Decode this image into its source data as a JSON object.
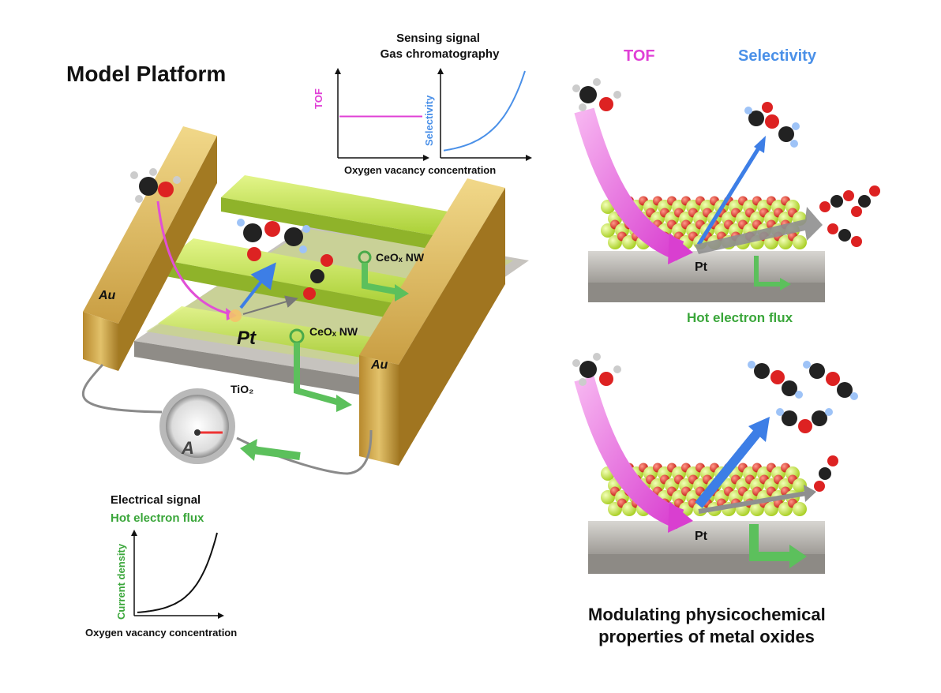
{
  "left": {
    "title": "Model Platform",
    "labels": {
      "au_left": "Au",
      "au_right": "Au",
      "pt": "Pt",
      "tio2": "TiO₂",
      "ceo_nw_1": "CeOₓ NW",
      "ceo_nw_2": "CeOₓ NW",
      "ammeter": "A"
    },
    "top_chart": {
      "heading_1": "Sensing signal",
      "heading_2": "Gas chromatography",
      "y_left": "TOF",
      "y_right": "Selectivity",
      "x_label": "Oxygen vacancy concentration"
    },
    "bottom_chart": {
      "heading_1": "Electrical signal",
      "heading_2": "Hot electron flux",
      "y_label": "Current density",
      "x_label": "Oxygen vacancy concentration"
    }
  },
  "right": {
    "tof": "TOF",
    "selectivity": "Selectivity",
    "pt_top": "Pt",
    "pt_bottom": "Pt",
    "hot_electron": "Hot electron flux",
    "caption_1": "Modulating physicochemical",
    "caption_2": "properties of metal oxides"
  },
  "colors": {
    "tof": "#e040d6",
    "selectivity": "#4a90e8",
    "hot_electron": "#3aa63a",
    "gold": "#c9a34a",
    "ceo": "#c8e85a"
  },
  "chart_data": [
    {
      "type": "line",
      "title": "Sensing signal",
      "xlabel": "Oxygen vacancy concentration",
      "ylabel": "TOF",
      "series": [
        {
          "name": "TOF",
          "values": [
            0.5,
            0.5,
            0.5,
            0.5,
            0.5
          ]
        }
      ],
      "x": [
        0,
        0.25,
        0.5,
        0.75,
        1
      ]
    },
    {
      "type": "line",
      "title": "Gas chromatography",
      "xlabel": "Oxygen vacancy concentration",
      "ylabel": "Selectivity",
      "series": [
        {
          "name": "Selectivity",
          "values": [
            0.05,
            0.12,
            0.25,
            0.5,
            1.0
          ]
        }
      ],
      "x": [
        0,
        0.25,
        0.5,
        0.75,
        1
      ]
    },
    {
      "type": "line",
      "title": "Hot electron flux",
      "xlabel": "Oxygen vacancy concentration",
      "ylabel": "Current density",
      "series": [
        {
          "name": "Current density",
          "values": [
            0.02,
            0.08,
            0.2,
            0.45,
            1.0
          ]
        }
      ],
      "x": [
        0,
        0.25,
        0.5,
        0.75,
        1
      ]
    }
  ]
}
